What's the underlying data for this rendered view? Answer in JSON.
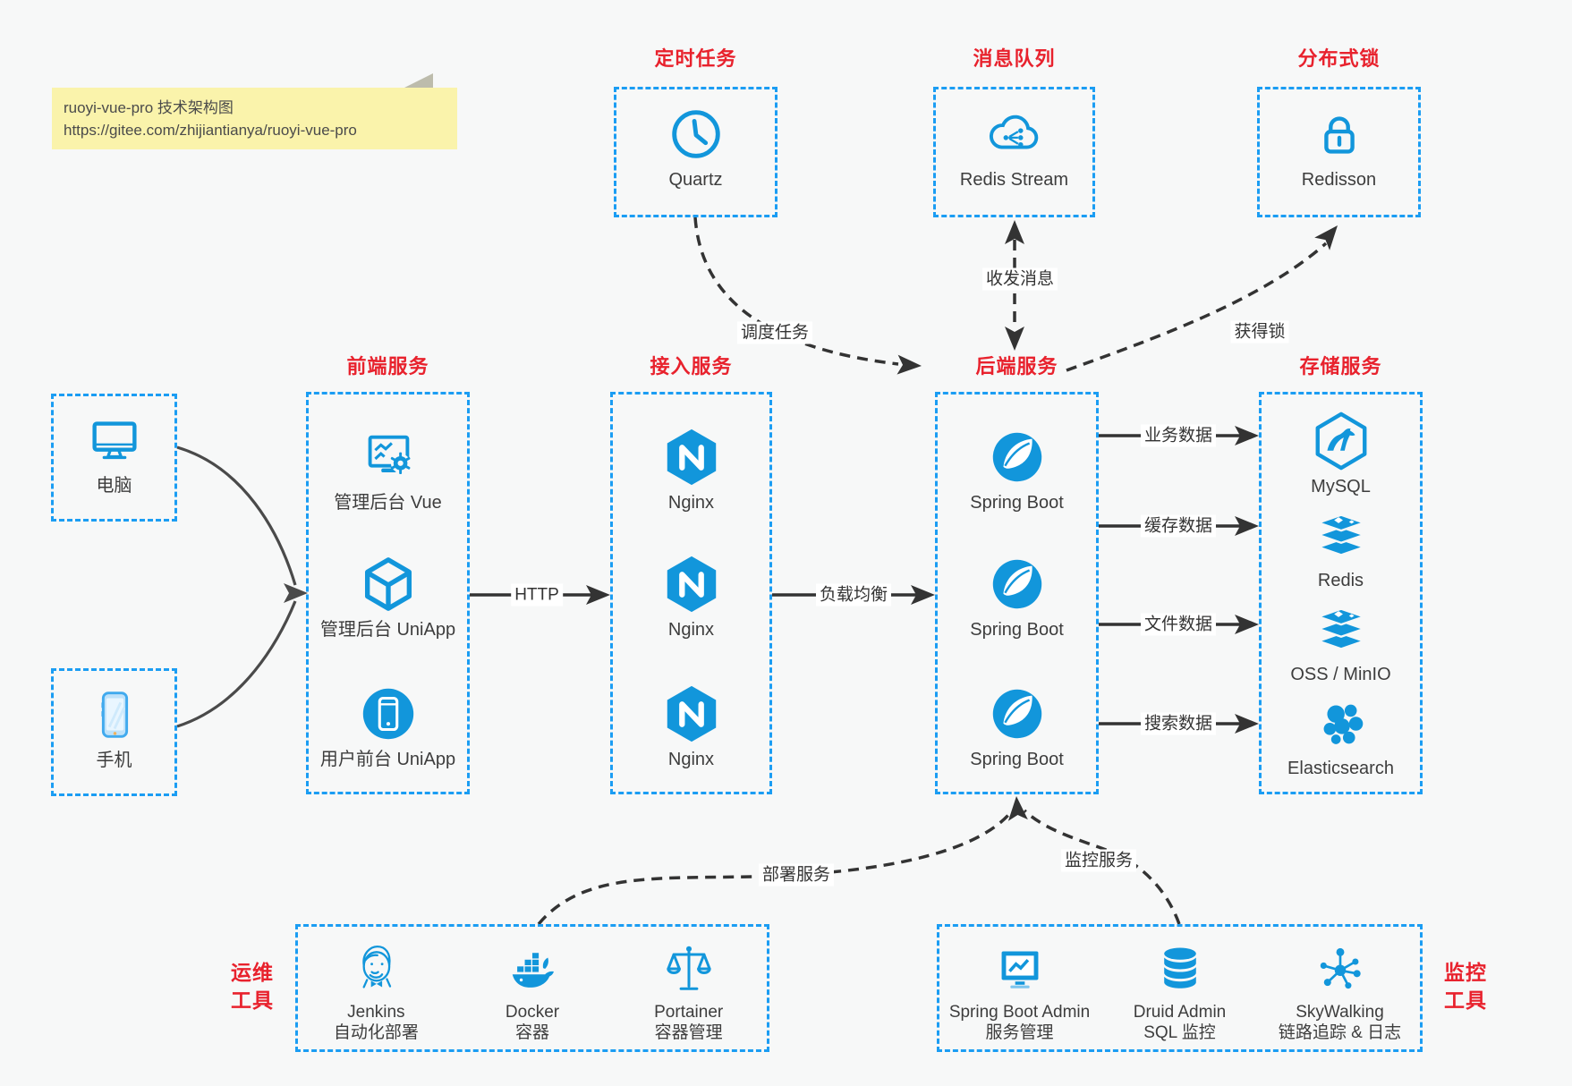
{
  "note": {
    "line1": "ruoyi-vue-pro 技术架构图",
    "line2": "https://gitee.com/zhijiantianya/ruoyi-vue-pro"
  },
  "colors": {
    "accent_blue": "#1296db",
    "border_blue": "#1b9df3",
    "title_red": "#e8222d",
    "note_bg": "#faf3ab",
    "arrow_dark": "#333333",
    "background": "#f7f8f8"
  },
  "top_groups": [
    {
      "title": "定时任务",
      "item": {
        "label": "Quartz",
        "icon": "clock-icon"
      }
    },
    {
      "title": "消息队列",
      "item": {
        "label": "Redis Stream",
        "icon": "cloud-message-icon"
      }
    },
    {
      "title": "分布式锁",
      "item": {
        "label": "Redisson",
        "icon": "lock-icon"
      }
    }
  ],
  "clients": [
    {
      "label": "电脑",
      "icon": "desktop-icon"
    },
    {
      "label": "手机",
      "icon": "smartphone-icon"
    }
  ],
  "columns": [
    {
      "title": "前端服务",
      "items": [
        {
          "label": "管理后台 Vue",
          "icon": "dashboard-gear-icon"
        },
        {
          "label": "管理后台 UniApp",
          "icon": "uniapp-cube-icon"
        },
        {
          "label": "用户前台 UniApp",
          "icon": "mobile-app-circle-icon"
        }
      ]
    },
    {
      "title": "接入服务",
      "items": [
        {
          "label": "Nginx",
          "icon": "nginx-icon"
        },
        {
          "label": "Nginx",
          "icon": "nginx-icon"
        },
        {
          "label": "Nginx",
          "icon": "nginx-icon"
        }
      ]
    },
    {
      "title": "后端服务",
      "items": [
        {
          "label": "Spring Boot",
          "icon": "spring-boot-icon"
        },
        {
          "label": "Spring Boot",
          "icon": "spring-boot-icon"
        },
        {
          "label": "Spring Boot",
          "icon": "spring-boot-icon"
        }
      ]
    },
    {
      "title": "存储服务",
      "items": [
        {
          "label": "MySQL",
          "icon": "mysql-icon"
        },
        {
          "label": "Redis",
          "icon": "redis-icon"
        },
        {
          "label": "OSS / MinIO",
          "icon": "oss-minio-icon"
        },
        {
          "label": "Elasticsearch",
          "icon": "elasticsearch-icon"
        }
      ]
    }
  ],
  "bottom_groups": [
    {
      "side_label": {
        "line1": "运维",
        "line2": "工具"
      },
      "items": [
        {
          "label": "Jenkins",
          "desc": "自动化部署",
          "icon": "jenkins-icon"
        },
        {
          "label": "Docker",
          "desc": "容器",
          "icon": "docker-icon"
        },
        {
          "label": "Portainer",
          "desc": "容器管理",
          "icon": "portainer-icon"
        }
      ]
    },
    {
      "side_label": {
        "line1": "监控",
        "line2": "工具"
      },
      "items": [
        {
          "label": "Spring Boot Admin",
          "desc": "服务管理",
          "icon": "spring-boot-admin-icon"
        },
        {
          "label": "Druid Admin",
          "desc": "SQL 监控",
          "icon": "druid-icon"
        },
        {
          "label": "SkyWalking",
          "desc": "链路追踪 & 日志",
          "icon": "skywalking-icon"
        }
      ]
    }
  ],
  "edge_labels": {
    "http": "HTTP",
    "load_balance": "负载均衡",
    "business_data": "业务数据",
    "cache_data": "缓存数据",
    "file_data": "文件数据",
    "search_data": "搜索数据",
    "schedule_task": "调度任务",
    "send_receive_msg": "收发消息",
    "acquire_lock": "获得锁",
    "deploy_service": "部署服务",
    "monitor_service": "监控服务"
  }
}
